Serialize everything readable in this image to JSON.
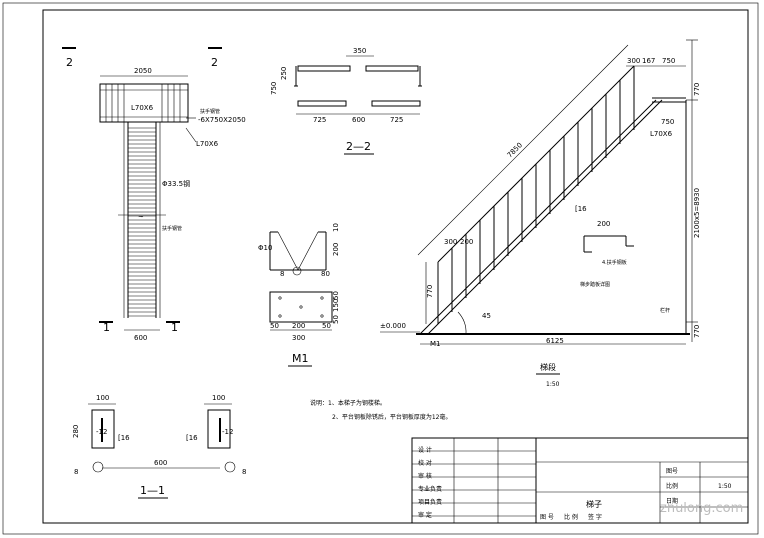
{
  "section_2_2_left": {
    "label": "2",
    "dim_width": "2050",
    "tag_angle": "L70X6",
    "tag_angle2": "L70X6",
    "tag_plate": "-6X750X2050",
    "tag_pipe": "Φ33.5钢",
    "tag_rail": "扶手钢管",
    "dim_bottom": "600",
    "mark_1": "1"
  },
  "section_2_2": {
    "title": "2—2",
    "dims": [
      "350",
      "250",
      "750",
      "725",
      "600",
      "725"
    ]
  },
  "m1": {
    "title": "M1",
    "dims": [
      "Φ10",
      "10",
      "200",
      "80",
      "50",
      "150",
      "50",
      "200",
      "50",
      "300"
    ],
    "mark": "8"
  },
  "elevation": {
    "dims_top": [
      "300",
      "167",
      "750",
      "770",
      "2100x5=8930",
      "750",
      "770",
      "(?)"
    ],
    "tag_top": "L70X6",
    "dim_diag": "7850",
    "tag_step": "[16",
    "dims_left": [
      "300",
      "200",
      "770"
    ],
    "angle": "45",
    "base_level": "±0.000",
    "tag_m1": "M1",
    "dim_base": "6125",
    "side_label": "栏杆",
    "title": "梯段",
    "scale": "1:50",
    "small_detail": {
      "dim": "200",
      "tag": "4.扶手钢板",
      "caption": "梯步踏板详图"
    }
  },
  "section_1_1": {
    "title": "1—1",
    "dims": [
      "100",
      "280",
      "100",
      "600"
    ],
    "tags": [
      "-12",
      "[16",
      "[16",
      "-12"
    ],
    "marks": [
      "8",
      "8"
    ]
  },
  "notes": {
    "line1": "说明：1、本梯子为钢楼梯。",
    "line2": "2、平台钢板除锈后，平台钢板厚度为12毫。"
  },
  "title_block": {
    "left_rows": [
      "设  计",
      "校  对",
      "审  核",
      "专业负责",
      "项目负责",
      "审  定"
    ],
    "center": "梯子",
    "right_labels": [
      "图号",
      "比例",
      "1:50",
      "日期"
    ],
    "bottom": [
      "图  号",
      "比  例",
      "签  字"
    ]
  },
  "watermark": "zhulong.com"
}
